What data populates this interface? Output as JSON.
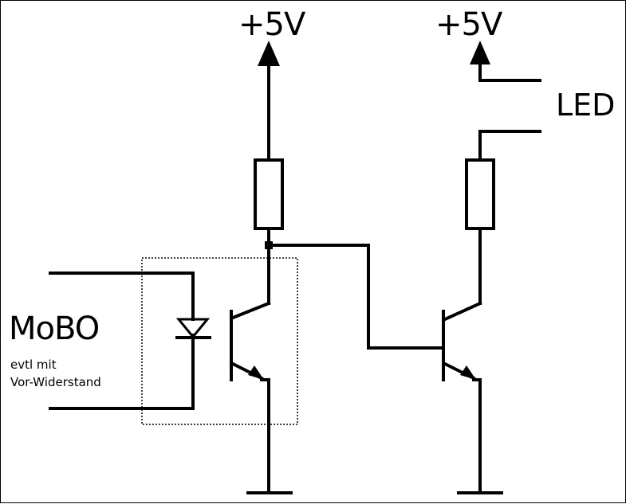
{
  "labels": {
    "supply_left": "+5V",
    "supply_right": "+5V",
    "led": "LED",
    "mobo": "MoBO",
    "note_line1": "evtl mit",
    "note_line2": "Vor-Widerstand"
  }
}
